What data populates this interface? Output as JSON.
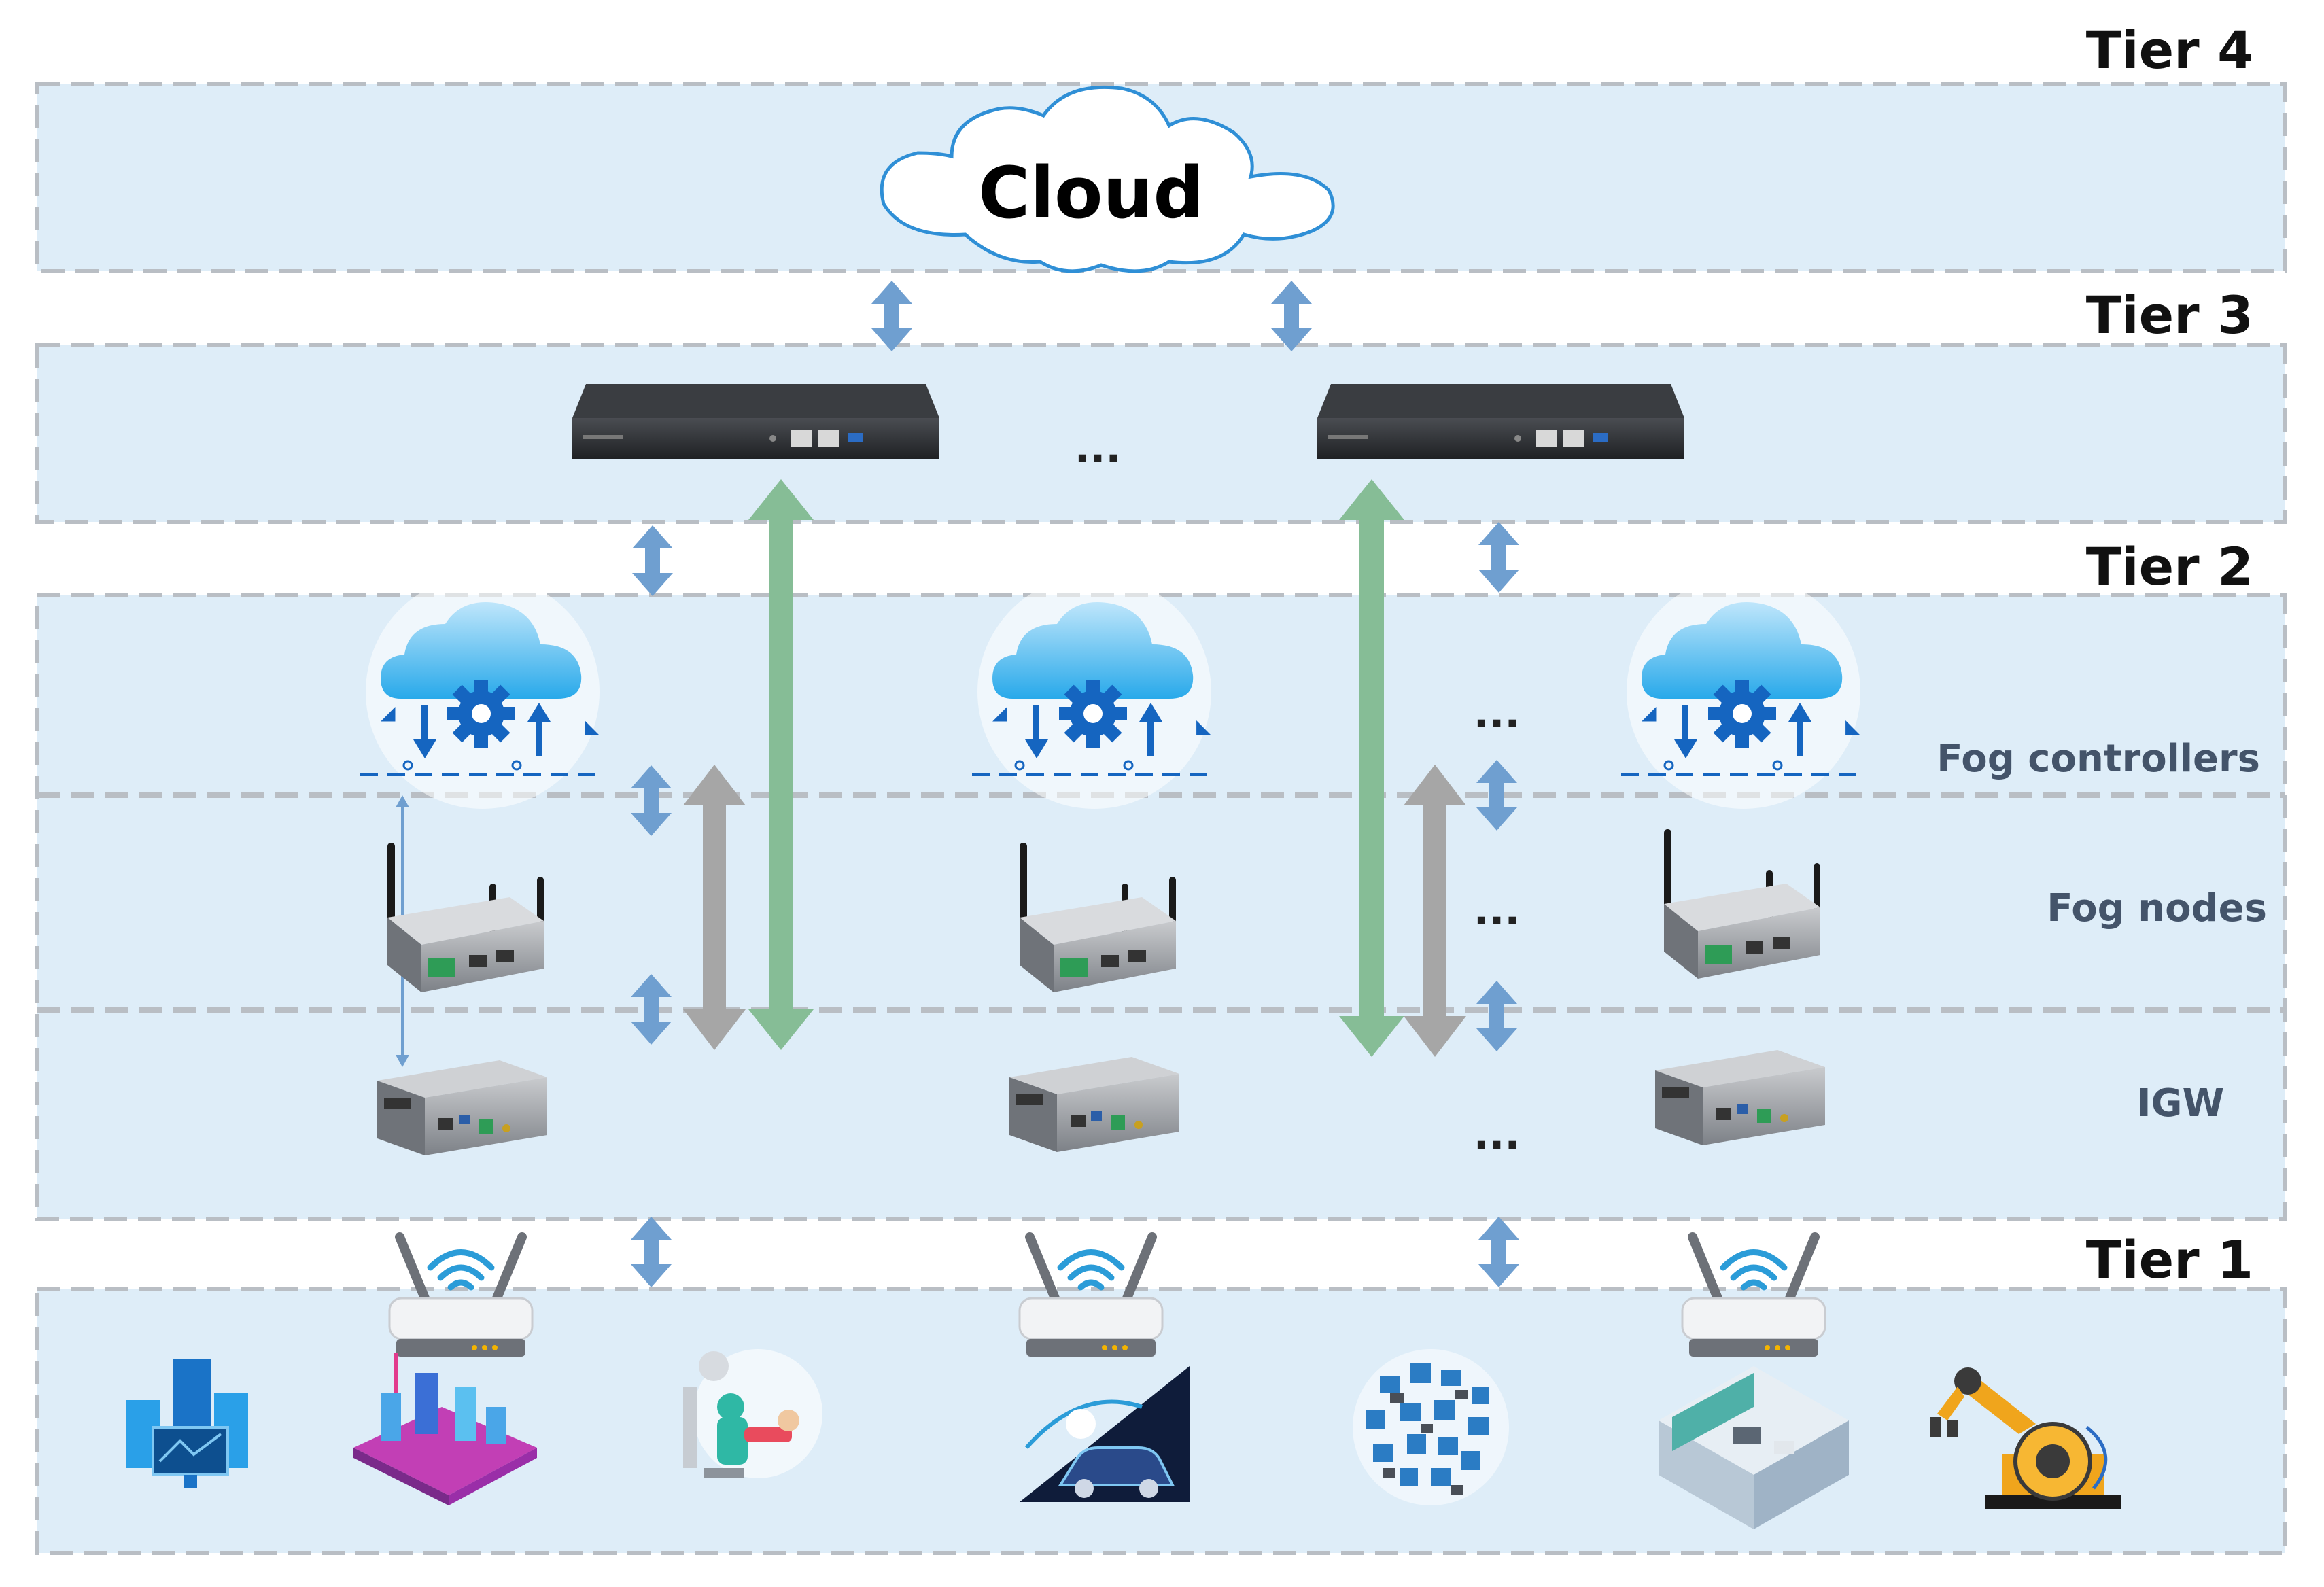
{
  "tiers": {
    "tier4": "Tier 4",
    "tier3": "Tier 3",
    "tier2": "Tier 2",
    "tier1": "Tier 1"
  },
  "cloud": {
    "label": "Cloud"
  },
  "sublayers": {
    "fog_controllers": "Fog controllers",
    "fog_nodes": "Fog nodes",
    "igw": "IGW"
  },
  "ellipsis": "...",
  "colors": {
    "band_fill": "#deedf8",
    "band_border": "#b9bec4",
    "arrow_blue": "#6f9fd0",
    "arrow_grey": "#a6a6a6",
    "arrow_green": "#86bd96"
  },
  "icons": [
    "cloud-icon",
    "hardware-controller-icon",
    "fog-controller-icon",
    "fog-node-icon",
    "gateway-icon",
    "wifi-router-icon",
    "data-center-icon",
    "smart-city-icon",
    "healthcare-icon",
    "smart-car-icon",
    "iot-devices-icon",
    "smart-home-icon",
    "industrial-robot-icon"
  ]
}
